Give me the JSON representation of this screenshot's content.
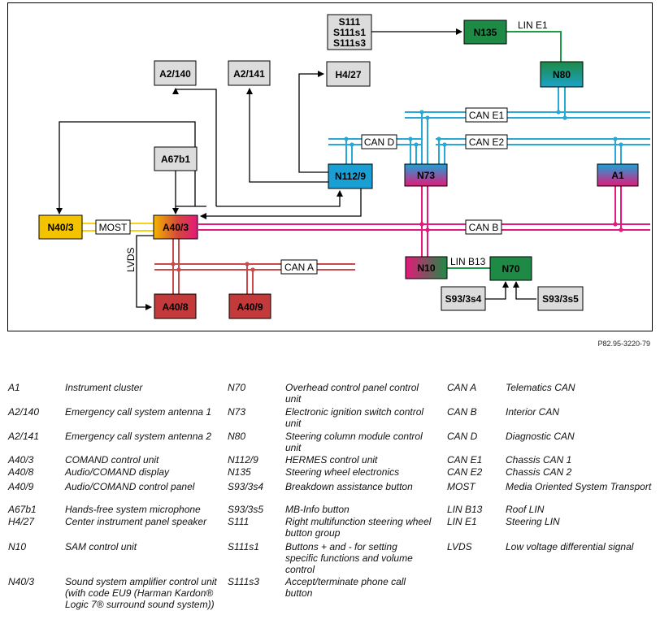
{
  "reference": "P82.95-3220-79",
  "colors": {
    "gray_box": "#dcdcdc",
    "green_box": "#1e8a45",
    "teal_box": "#139a8a",
    "blue_box": "#1a9fd4",
    "yellow_box": "#f3c300",
    "red_box": "#c43a3a",
    "can_light_blue": "#29a8d8",
    "can_pink": "#e5197a",
    "can_red": "#c84a4a",
    "most_yellow": "#f7d117",
    "lin_green": "#1e9a4b"
  },
  "diagram": {
    "boxes": {
      "s111": "S111",
      "s111s1": "S111s1",
      "s111s3": "S111s3",
      "n135": "N135",
      "n80": "N80",
      "a2_140": "A2/140",
      "a2_141": "A2/141",
      "h4_27": "H4/27",
      "a67b1": "A67b1",
      "n112_9": "N112/9",
      "n73": "N73",
      "a1": "A1",
      "n40_3": "N40/3",
      "a40_3": "A40/3",
      "n10": "N10",
      "n70": "N70",
      "s93_3s4": "S93/3s4",
      "s93_3s5": "S93/3s5",
      "a40_8": "A40/8",
      "a40_9": "A40/9"
    },
    "bus_labels": {
      "lin_e1": "LIN E1",
      "can_e1": "CAN E1",
      "can_d": "CAN D",
      "can_e2": "CAN E2",
      "can_b": "CAN B",
      "can_a": "CAN A",
      "lin_b13": "LIN B13",
      "most": "MOST",
      "lvds": "LVDS"
    }
  },
  "legend": {
    "col1": [
      {
        "code": "A1",
        "desc": "Instrument cluster"
      },
      {
        "code": "A2/140",
        "desc": "Emergency call system antenna 1"
      },
      {
        "code": "A2/141",
        "desc": "Emergency call system antenna 2"
      },
      {
        "code": "A40/3",
        "desc": "COMAND control unit"
      },
      {
        "code": "A40/8",
        "desc": "Audio/COMAND display"
      },
      {
        "code": "A40/9",
        "desc": "Audio/COMAND control panel"
      },
      {
        "code": "A67b1",
        "desc": "Hands-free system microphone"
      },
      {
        "code": "H4/27",
        "desc": "Center instrument panel speaker"
      },
      {
        "code": "N10",
        "desc": "SAM control unit"
      },
      {
        "code": "N40/3",
        "desc": "Sound system amplifier control unit (with code EU9 (Harman Kardon® Logic 7® surround sound system))"
      }
    ],
    "col2": [
      {
        "code": "N70",
        "desc": "Overhead control panel control unit"
      },
      {
        "code": "N73",
        "desc": "Electronic ignition switch control unit"
      },
      {
        "code": "N80",
        "desc": "Steering column module control unit"
      },
      {
        "code": "N112/9",
        "desc": "HERMES control unit"
      },
      {
        "code": "N135",
        "desc": "Steering wheel electronics"
      },
      {
        "code": "S93/3s4",
        "desc": "Breakdown assistance button"
      },
      {
        "code": "S93/3s5",
        "desc": "MB-Info button"
      },
      {
        "code": "S111",
        "desc": "Right multifunction steering wheel button group"
      },
      {
        "code": "S111s1",
        "desc": "Buttons + and - for setting specific functions and volume control"
      },
      {
        "code": "S111s3",
        "desc": "Accept/terminate phone call button"
      }
    ],
    "col3": [
      {
        "code": "CAN A",
        "desc": "Telematics CAN"
      },
      {
        "code": "CAN B",
        "desc": "Interior CAN"
      },
      {
        "code": "CAN D",
        "desc": "Diagnostic CAN"
      },
      {
        "code": "CAN E1",
        "desc": "Chassis CAN 1"
      },
      {
        "code": "CAN E2",
        "desc": "Chassis CAN 2"
      },
      {
        "code": "MOST",
        "desc": "Media Oriented System Transport"
      },
      {
        "code": "LIN B13",
        "desc": "Roof LIN"
      },
      {
        "code": "LIN E1",
        "desc": "Steering LIN"
      },
      {
        "code": "LVDS",
        "desc": "Low voltage differential signal"
      }
    ]
  }
}
